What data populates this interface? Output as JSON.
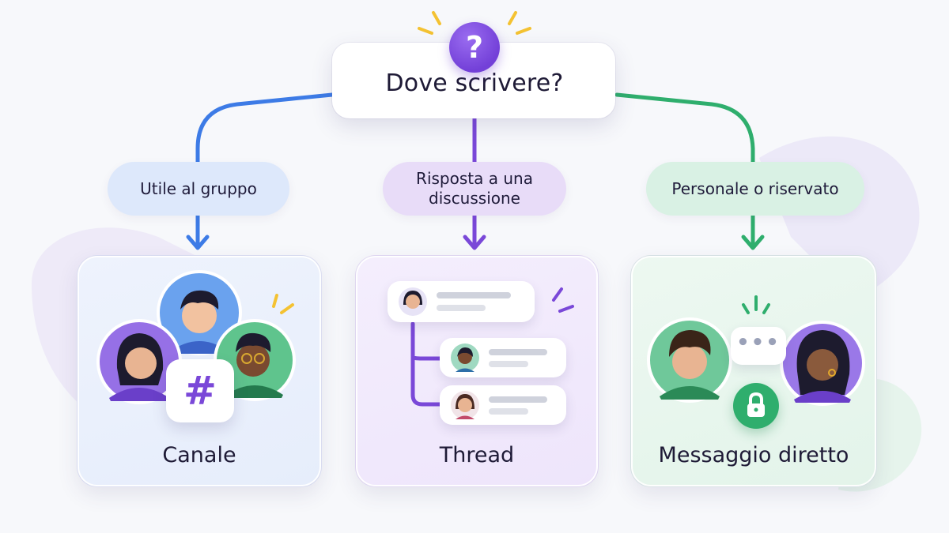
{
  "title": "Dove scrivere?",
  "question_icon": "?",
  "branches": [
    {
      "id": "channel",
      "condition": "Utile al gruppo",
      "outcome": "Canale",
      "color": "#3d7be6",
      "icon": "#"
    },
    {
      "id": "thread",
      "condition_lines": [
        "Risposta a una",
        "discussione"
      ],
      "outcome": "Thread",
      "color": "#7a48d8"
    },
    {
      "id": "dm",
      "condition": "Personale o riservato",
      "outcome": "Messaggio diretto",
      "color": "#2fae6d",
      "typing_icon": "•••"
    }
  ],
  "colors": {
    "blue": "#3d7be6",
    "purple": "#7a48d8",
    "green": "#2fae6d",
    "accent_yellow": "#f4c232"
  }
}
